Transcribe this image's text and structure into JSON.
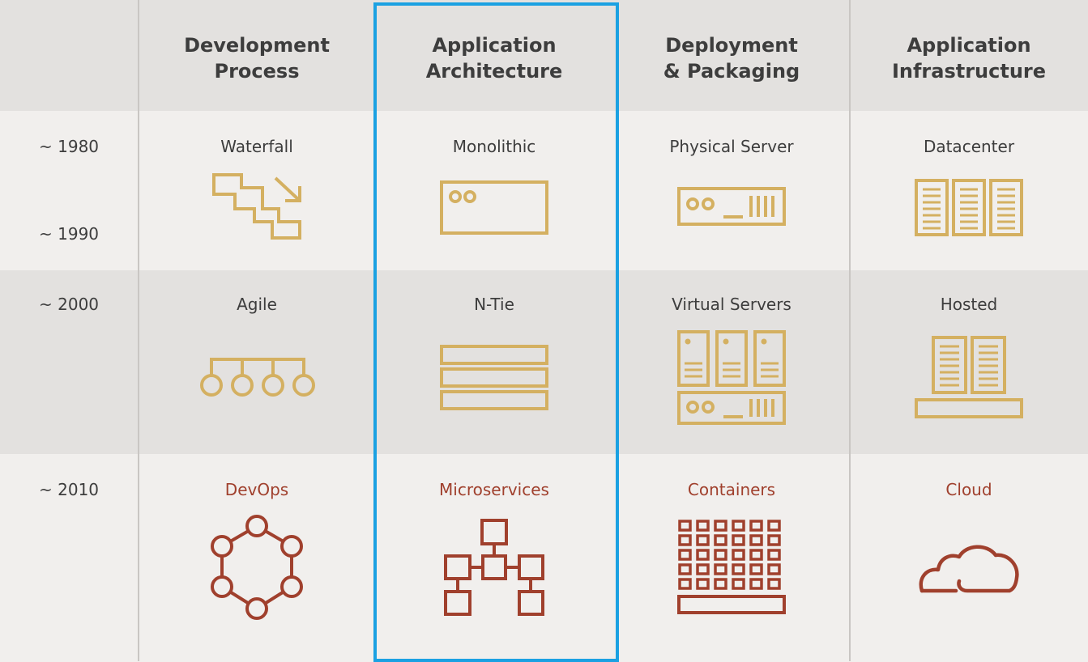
{
  "colors": {
    "classic": "#d4b061",
    "modern": "#a0402d",
    "highlight": "#1ba1e2",
    "text": "#3d3d3d"
  },
  "columns": {
    "development_process": "Development\nProcess",
    "application_architecture": "Application\nArchitecture",
    "deployment_packaging": "Deployment\n& Packaging",
    "application_infrastructure": "Application\nInfrastructure"
  },
  "years": {
    "y1980": "~ 1980",
    "y1990": "~ 1990",
    "y2000": "~ 2000",
    "y2010": "~ 2010"
  },
  "rows": {
    "r1": {
      "process": "Waterfall",
      "architecture": "Monolithic",
      "deployment": "Physical Server",
      "infrastructure": "Datacenter"
    },
    "r2": {
      "process": "Agile",
      "architecture": "N-Tie",
      "deployment": "Virtual Servers",
      "infrastructure": "Hosted"
    },
    "r3": {
      "process": "DevOps",
      "architecture": "Microservices",
      "deployment": "Containers",
      "infrastructure": "Cloud"
    }
  },
  "icons": {
    "r1": [
      "waterfall-icon",
      "monolithic-icon",
      "physical-server-icon",
      "datacenter-icon"
    ],
    "r2": [
      "agile-icon",
      "n-tier-icon",
      "virtual-servers-icon",
      "hosted-icon"
    ],
    "r3": [
      "devops-icon",
      "microservices-icon",
      "containers-icon",
      "cloud-icon"
    ]
  }
}
